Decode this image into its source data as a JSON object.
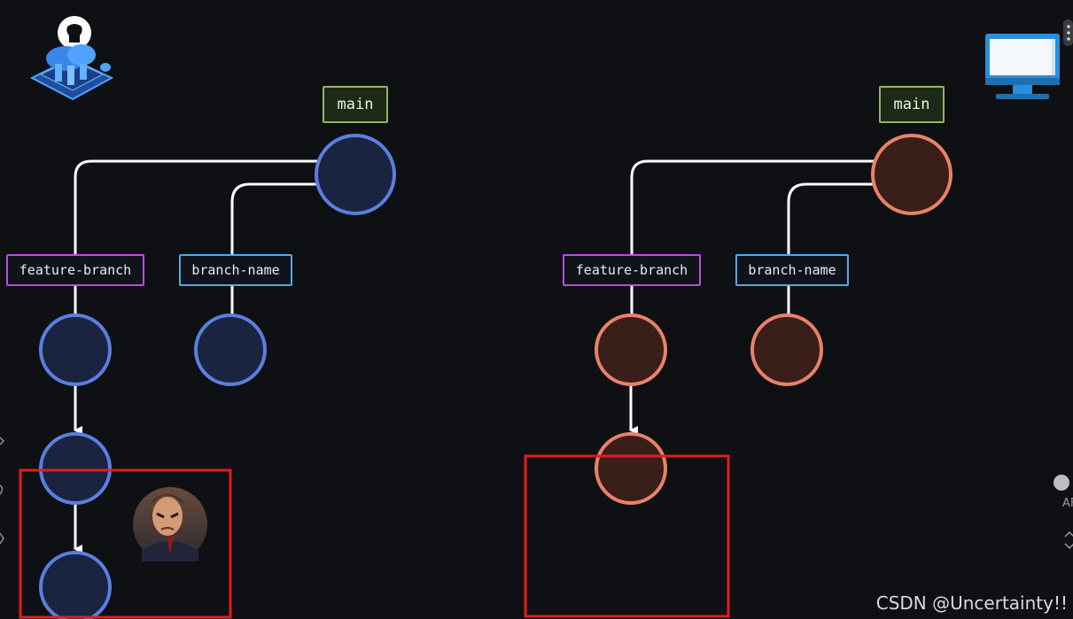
{
  "left_diagram": {
    "main_label": "main",
    "feature_label": "feature-branch",
    "branch_label": "branch-name",
    "node_color": "#1a2440",
    "node_stroke": "#5b7fe0"
  },
  "right_diagram": {
    "main_label": "main",
    "feature_label": "feature-branch",
    "branch_label": "branch-name",
    "node_color": "#3a1e1a",
    "node_stroke": "#e8826a"
  },
  "highlight_color": "#e11d1d",
  "icons": {
    "top_left": "github-cloud-icon",
    "top_right": "monitor-icon",
    "avatar": "angry-man-avatar"
  },
  "right_edge_text": "AF",
  "watermark": "CSDN @Uncertainty!!"
}
